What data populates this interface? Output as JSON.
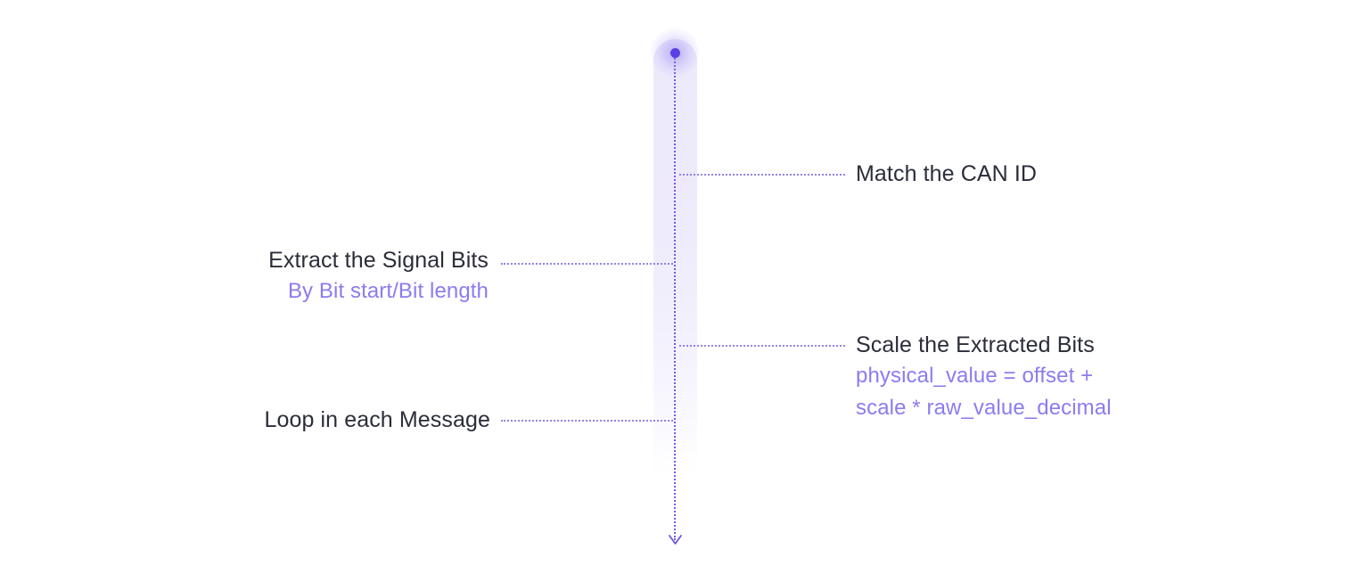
{
  "diagram": {
    "type": "vertical-timeline",
    "background_color": "#ffffff",
    "accent_color": "#5a3ee8",
    "subtitle_color": "#8b7cf0",
    "title_color": "#2b2d3a",
    "band_color": "#eeebfc",
    "start_node": {
      "name": "timeline-start-node",
      "shape": "dot-with-glow"
    },
    "end_marker": {
      "name": "timeline-arrow",
      "shape": "chevron-down"
    },
    "steps": [
      {
        "id": "match-can-id",
        "side": "right",
        "title": "Match the CAN ID",
        "subtitle": ""
      },
      {
        "id": "extract-signal-bits",
        "side": "left",
        "title": "Extract the Signal Bits",
        "subtitle": "By Bit start/Bit length"
      },
      {
        "id": "scale-extracted-bits",
        "side": "right",
        "title": "Scale the Extracted Bits",
        "subtitle_line1": "physical_value = offset +",
        "subtitle_line2": "scale * raw_value_decimal"
      },
      {
        "id": "loop-in-each-message",
        "side": "left",
        "title": "Loop in each Message",
        "subtitle": ""
      }
    ]
  }
}
